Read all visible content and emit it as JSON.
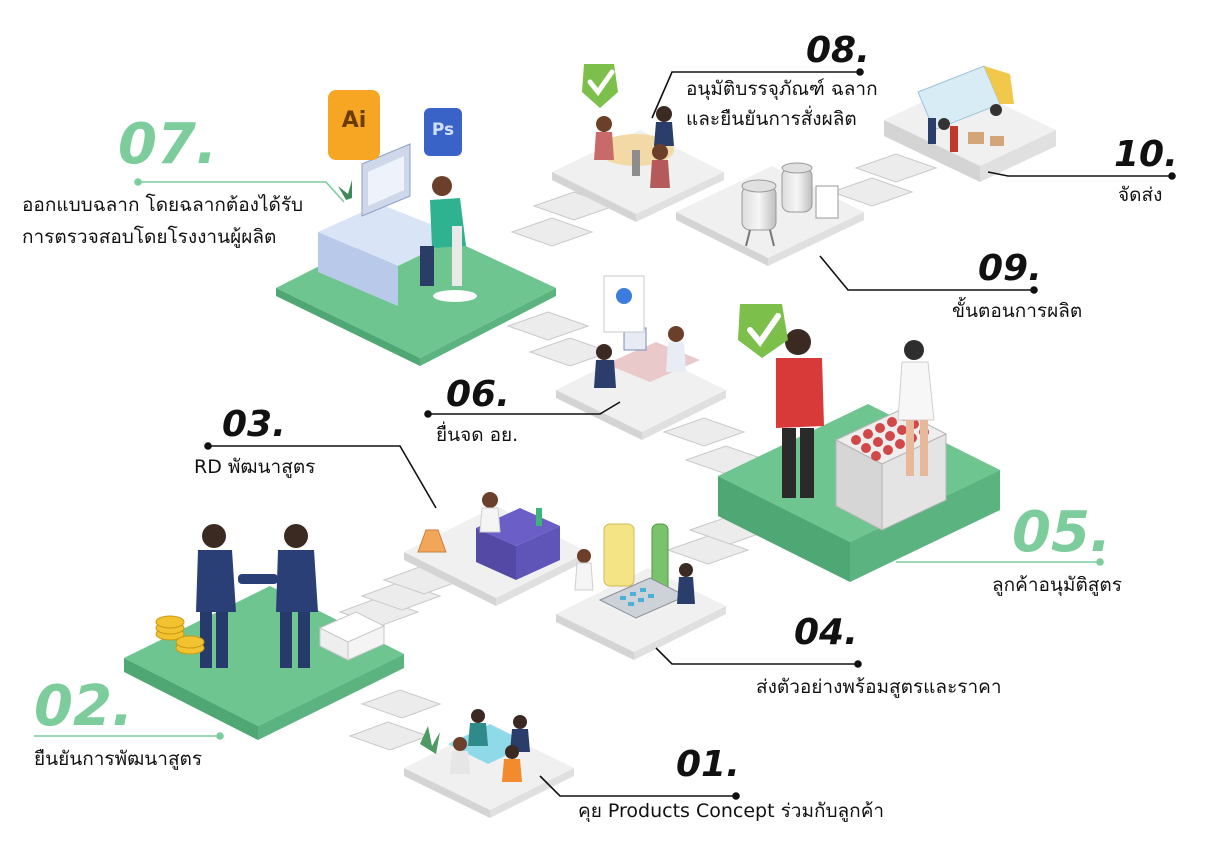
{
  "colors": {
    "accent_green": "#7ccc9c",
    "platform_green": "#6fc58f",
    "platform_grey": "#e6e6e6",
    "leader_line": "#111111"
  },
  "steps": [
    {
      "number": "01.",
      "label": "คุย Products Concept ร่วมกับลูกค้า",
      "icon": "meeting-table-icon"
    },
    {
      "number": "02.",
      "label": "ยืนยันการพัฒนาสูตร",
      "icon": "handshake-icon"
    },
    {
      "number": "03.",
      "label": "RD พัฒนาสูตร",
      "icon": "laboratory-icon"
    },
    {
      "number": "04.",
      "label": "ส่งตัวอย่างพร้อมสูตรและราคา",
      "icon": "calculator-flask-icon"
    },
    {
      "number": "05.",
      "label": "ลูกค้าอนุมัติสูตร",
      "icon": "sample-tasting-icon"
    },
    {
      "number": "06.",
      "label": "ยื่นจด อย.",
      "icon": "document-registration-icon"
    },
    {
      "number": "07.",
      "label_lines": [
        "ออกแบบฉลาก โดยฉลากต้องได้รับ",
        "การตรวจสอบโดยโรงงานผู้ผลิต"
      ],
      "icon": "designer-workstation-icon",
      "badges": [
        "Ai",
        "Ps"
      ]
    },
    {
      "number": "08.",
      "label_lines": [
        "อนุมัติบรรจุภัณฑ์ ฉลาก",
        "และยืนยันการสั่งผลิต"
      ],
      "icon": "approval-meeting-icon"
    },
    {
      "number": "09.",
      "label": "ขั้นตอนการผลิต",
      "icon": "production-tanks-icon"
    },
    {
      "number": "10.",
      "label": "จัดส่ง",
      "icon": "delivery-truck-icon"
    }
  ]
}
